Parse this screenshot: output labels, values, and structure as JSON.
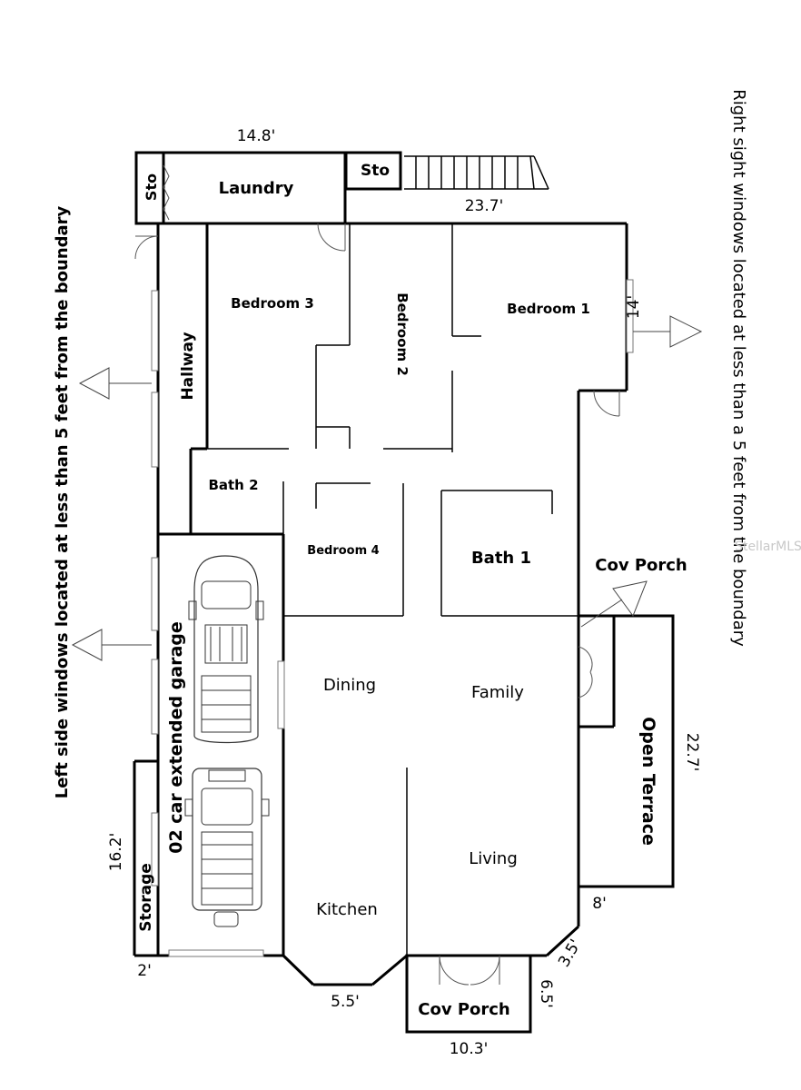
{
  "rooms": {
    "laundry": "Laundry",
    "sto_left": "Sto",
    "sto_top": "Sto",
    "bedroom1": "Bedroom 1",
    "bedroom2": "Bedroom 2",
    "bedroom3": "Bedroom 3",
    "bedroom4": "Bedroom 4",
    "hallway": "Hallway",
    "bath1": "Bath 1",
    "bath2": "Bath 2",
    "dining": "Dining",
    "family": "Family",
    "living": "Living",
    "kitchen": "Kitchen",
    "garage": "02 car extended garage",
    "storage": "Storage",
    "cov_porch_side": "Cov Porch",
    "cov_porch_front": "Cov Porch",
    "open_terrace": "Open Terrace"
  },
  "dimensions": {
    "top_width": "14.8'",
    "upper_width": "23.7'",
    "right_depth": "14'",
    "terrace_depth": "22.7'",
    "terrace_width": "8'",
    "storage_depth": "16.2'",
    "storage_width": "2'",
    "kitchen_bay": "5.5'",
    "porch_width": "10.3'",
    "porch_depth": "6.5'",
    "angle_wall": "3.5'"
  },
  "notes": {
    "left": "Left side windows located at less than 5 feet from the boundary",
    "right": "Right sight windows located at less than a 5 feet from the boundary"
  },
  "watermark": "StellarMLS"
}
